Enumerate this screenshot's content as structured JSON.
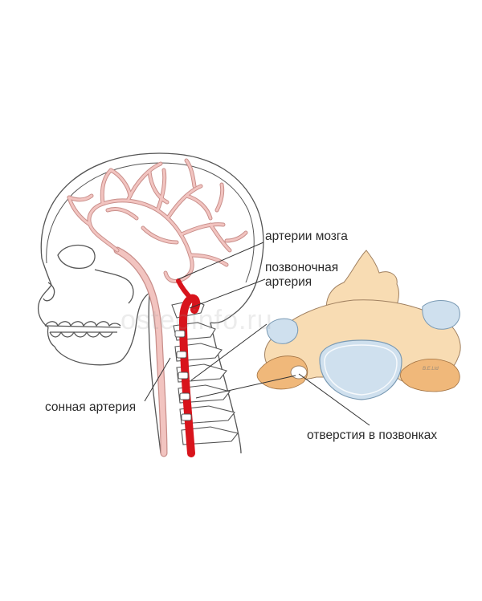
{
  "labels": {
    "brain_arteries": "артерии мозга",
    "vertebral_artery_line1": "позвоночная",
    "vertebral_artery_line2": "артерия",
    "carotid_artery": "сонная артерия",
    "vertebral_foramina": "отверстия в позвонках"
  },
  "watermark": "osteoinfo.ru",
  "brand_mark": "B.E.Ltd",
  "colors": {
    "artery_pink": "#f2c4c0",
    "artery_outline": "#c98f8b",
    "vertebral_red": "#d8141c",
    "bone_cream": "#f8dcb3",
    "bone_orange": "#f0b87a",
    "disc_blue": "#cfe0ee",
    "outline": "#555555"
  }
}
